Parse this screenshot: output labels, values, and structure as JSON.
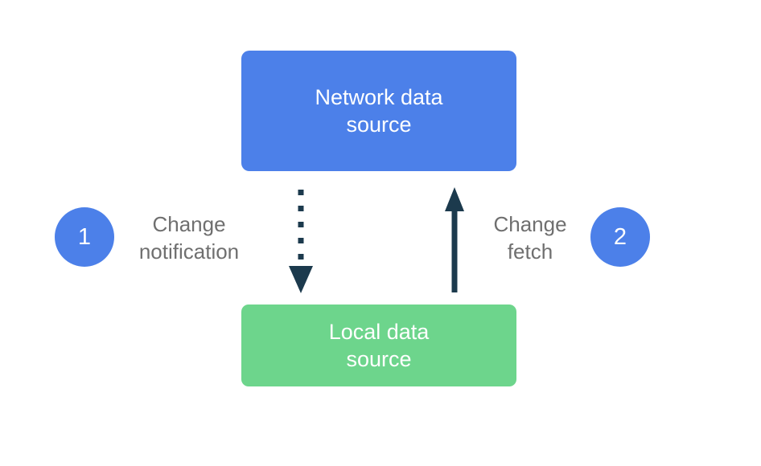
{
  "colors": {
    "background": "#FFFFFF",
    "accent-blue": "#4C80E9",
    "accent-green": "#6DD58C",
    "arrow-color": "#1C3A4D",
    "label-grey": "#6F6F6F",
    "text-on-fill": "#FFFFFF"
  },
  "boxes": {
    "network": {
      "label": "Network data\nsource"
    },
    "local": {
      "label": "Local data\nsource"
    }
  },
  "steps": {
    "step1": {
      "number": "1",
      "label": "Change\nnotification"
    },
    "step2": {
      "number": "2",
      "label": "Change\nfetch"
    }
  },
  "arrows": {
    "change_notification": {
      "style": "dotted",
      "direction": "down"
    },
    "change_fetch": {
      "style": "solid",
      "direction": "up"
    }
  }
}
